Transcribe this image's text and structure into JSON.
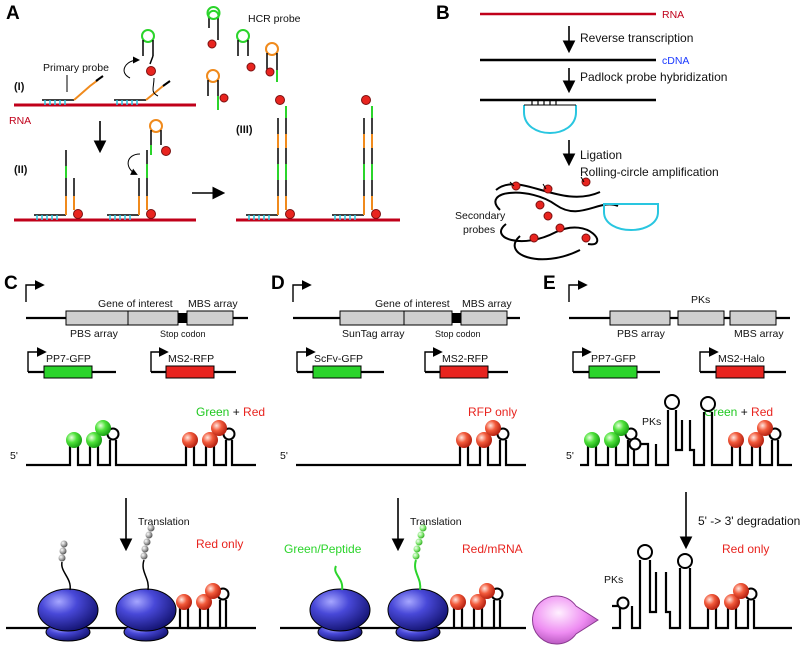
{
  "panels": {
    "A": "A",
    "B": "B",
    "C": "C",
    "D": "D",
    "E": "E"
  },
  "colors": {
    "rna": "#c0001a",
    "cdna": "#1a39ff",
    "green": "#2bd42b",
    "red": "#e8241f",
    "orange": "#f08a1c",
    "cyan": "#29c6e0",
    "ribosome": "#3535cf",
    "pacman": "#ee8cf2",
    "grey_box": "#cfcfcf"
  },
  "A": {
    "hcr_probe": "HCR probe",
    "primary_probe": "Primary probe",
    "rna": "RNA",
    "step1": "(I)",
    "step2": "(II)",
    "step3": "(III)"
  },
  "B": {
    "rna": "RNA",
    "rt": "Reverse transcription",
    "cdna": "cDNA",
    "padlock": "Padlock probe hybridization",
    "ligation": "Ligation",
    "rca": "Rolling-circle amplification",
    "secondary1": "Secondary",
    "secondary2": "probes"
  },
  "C": {
    "goi": "Gene of interest",
    "mbs": "MBS array",
    "pbs": "PBS array",
    "stop": "Stop codon",
    "pp7": "PP7-GFP",
    "ms2": "MS2-RFP",
    "green": "Green",
    "plus": " + ",
    "red": "Red",
    "five": "5'",
    "translation": "Translation",
    "red_only": "Red only"
  },
  "D": {
    "goi": "Gene of interest",
    "mbs": "MBS array",
    "suntag": "SunTag array",
    "stop": "Stop codon",
    "scfv": "ScFv-GFP",
    "ms2": "MS2-RFP",
    "rfp_only": "RFP only",
    "five": "5'",
    "translation": "Translation",
    "green_peptide": "Green/Peptide",
    "red_mrna": "Red/mRNA"
  },
  "E": {
    "pks": "PKs",
    "pbs": "PBS array",
    "mbs": "MBS array",
    "pp7": "PP7-GFP",
    "ms2": "MS2-Halo",
    "green": "Green",
    "plus": " + ",
    "red": "Red",
    "five": "5'",
    "pks2": "PKs",
    "degradation": "5' -> 3' degradation",
    "pks3": "PKs",
    "red_only": "Red only"
  }
}
